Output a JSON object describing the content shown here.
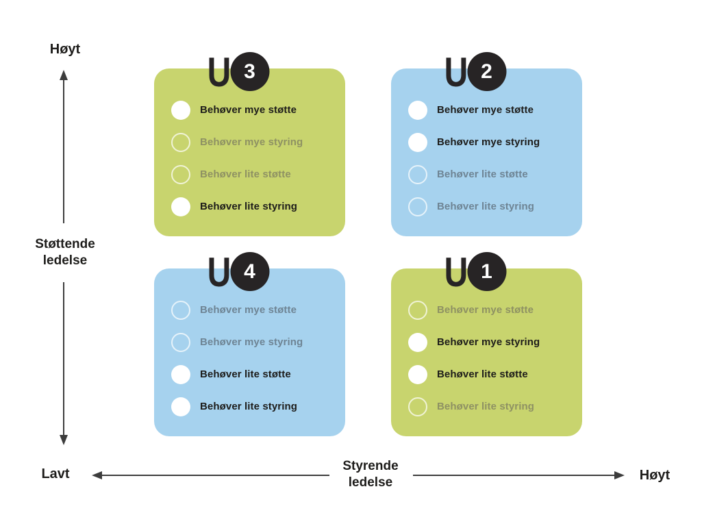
{
  "axes": {
    "vertical": {
      "top_label": "Høyt",
      "bottom_label": "Lavt",
      "title_line1": "Støttende",
      "title_line2": "ledelse"
    },
    "horizontal": {
      "right_label": "Høyt",
      "title_line1": "Styrende",
      "title_line2": "ledelse"
    }
  },
  "quadrants": [
    {
      "id": "U3",
      "letter": "U",
      "number": "3",
      "position": "top-left",
      "color": "#c8d46e",
      "items": [
        {
          "label": "Behøver mye støtte",
          "active": true
        },
        {
          "label": "Behøver mye styring",
          "active": false
        },
        {
          "label": "Behøver lite støtte",
          "active": false
        },
        {
          "label": "Behøver lite styring",
          "active": true
        }
      ]
    },
    {
      "id": "U2",
      "letter": "U",
      "number": "2",
      "position": "top-right",
      "color": "#a6d2ee",
      "items": [
        {
          "label": "Behøver mye støtte",
          "active": true
        },
        {
          "label": "Behøver mye styring",
          "active": true
        },
        {
          "label": "Behøver lite støtte",
          "active": false
        },
        {
          "label": "Behøver lite styring",
          "active": false
        }
      ]
    },
    {
      "id": "U4",
      "letter": "U",
      "number": "4",
      "position": "bottom-left",
      "color": "#a6d2ee",
      "items": [
        {
          "label": "Behøver mye støtte",
          "active": false
        },
        {
          "label": "Behøver mye styring",
          "active": false
        },
        {
          "label": "Behøver lite støtte",
          "active": true
        },
        {
          "label": "Behøver lite styring",
          "active": true
        }
      ]
    },
    {
      "id": "U1",
      "letter": "U",
      "number": "1",
      "position": "bottom-right",
      "color": "#c8d46e",
      "items": [
        {
          "label": "Behøver mye støtte",
          "active": false
        },
        {
          "label": "Behøver mye styring",
          "active": true
        },
        {
          "label": "Behøver lite støtte",
          "active": true
        },
        {
          "label": "Behøver lite styring",
          "active": false
        }
      ]
    }
  ],
  "colors": {
    "green": "#c8d46e",
    "blue": "#a6d2ee",
    "badge": "#272425",
    "active_text": "#1d1c1a",
    "muted_on_green": "#8e9163",
    "muted_on_blue": "#6e8494",
    "axis": "#3c3c3c",
    "background": "#ffffff"
  }
}
